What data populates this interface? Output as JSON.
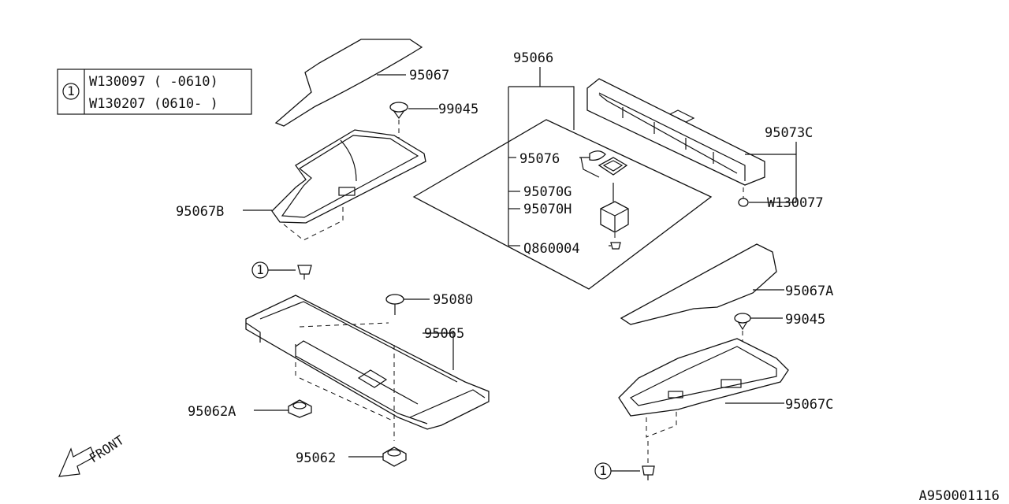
{
  "legend": {
    "marker": "1",
    "rows": [
      "W130097 ( -0610)",
      "W130207 (0610- )"
    ]
  },
  "callouts": {
    "p95067": "95067",
    "p99045_top": "99045",
    "p95067B": "95067B",
    "p95066": "95066",
    "p95076": "95076",
    "p95070G": "95070G",
    "p95070H": "95070H",
    "pQ860004": "Q860004",
    "p95073C": "95073C",
    "pW130077": "W130077",
    "p95067A": "95067A",
    "p99045_right": "99045",
    "p95067C": "95067C",
    "p95080": "95080",
    "p95065": "95065",
    "p95062A": "95062A",
    "p95062": "95062",
    "ref1_left": "1",
    "ref1_right": "1"
  },
  "front_label": "FRONT",
  "diagram_code": "A950001116"
}
